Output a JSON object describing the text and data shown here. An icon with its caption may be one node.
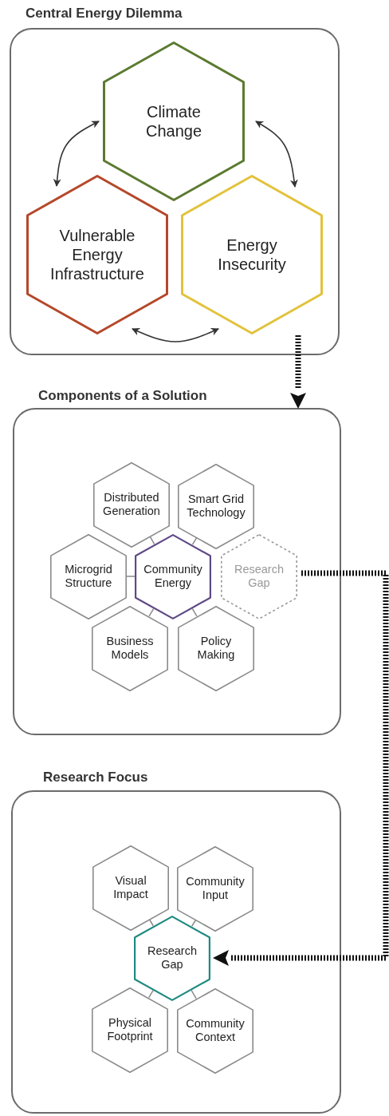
{
  "diagram": {
    "nodes": [
      {
        "text": [
          "Central Energy Dilemma"
        ]
      },
      {
        "text": [
          "Climate Change"
        ],
        "in": 0
      },
      {
        "text": [
          "Vulnerable Energy Infrastructure"
        ],
        "in": 0
      },
      {
        "text": [
          "Energy Insecurity"
        ],
        "in": 0
      },
      {
        "text": [
          "Components of a Solution"
        ]
      },
      {
        "text": [
          "Distributed Generation"
        ],
        "in": 4
      },
      {
        "text": [
          "Smart Grid Technology"
        ],
        "in": 4
      },
      {
        "text": [
          "Microgrid Structure"
        ],
        "in": 4
      },
      {
        "text": [
          "Community Energy"
        ],
        "in": 4
      },
      {
        "text": [
          "Research Gap"
        ],
        "in": 4
      },
      {
        "text": [
          "Business Models"
        ],
        "in": 4
      },
      {
        "text": [
          "Policy Making"
        ],
        "in": 4
      },
      {
        "text": [
          "Research Focus"
        ]
      },
      {
        "text": [
          "Visual Impact"
        ],
        "in": 12
      },
      {
        "text": [
          "Community Input"
        ],
        "in": 12
      },
      {
        "text": [
          "Research Gap"
        ],
        "in": 12
      },
      {
        "text": [
          "Physical Footprint"
        ],
        "in": 12
      },
      {
        "text": [
          "Community Context"
        ],
        "in": 12
      }
    ],
    "edges": [
      {
        "from": 1,
        "to": 2,
        "arrow": "both",
        "color": "#333333"
      },
      {
        "from": 1,
        "to": 3,
        "arrow": "both",
        "color": "#333333"
      },
      {
        "from": 2,
        "to": 3,
        "arrow": "both",
        "color": "#333333"
      },
      {
        "from": 0,
        "to": 4,
        "arrow": "to",
        "style": "dashed",
        "color": "#111111"
      },
      {
        "from": 5,
        "to": 8,
        "arrow": "none"
      },
      {
        "from": 6,
        "to": 8,
        "arrow": "none"
      },
      {
        "from": 7,
        "to": 8,
        "arrow": "none"
      },
      {
        "from": 10,
        "to": 8,
        "arrow": "none"
      },
      {
        "from": 11,
        "to": 8,
        "arrow": "none"
      },
      {
        "from": 9,
        "to": 15,
        "arrow": "to",
        "style": "dashed",
        "color": "#111111"
      },
      {
        "from": 13,
        "to": 15,
        "arrow": "none"
      },
      {
        "from": 14,
        "to": 15,
        "arrow": "none"
      },
      {
        "from": 16,
        "to": 15,
        "arrow": "none"
      },
      {
        "from": 17,
        "to": 15,
        "arrow": "none"
      }
    ]
  }
}
